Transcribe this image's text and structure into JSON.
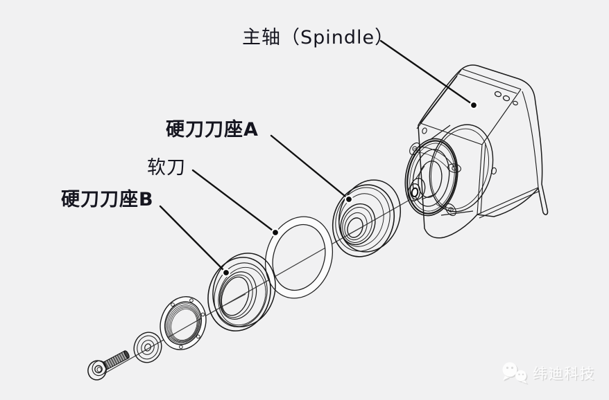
{
  "diagram": {
    "labels": {
      "spindle": "主轴（Spindle）",
      "holder_a": "硬刀刀座A",
      "soft_blade": "软刀",
      "holder_b": "硬刀刀座B"
    },
    "watermark": {
      "icon": "wechat-icon",
      "text": "纬迪科技"
    },
    "colors": {
      "background": "#f1f1f2",
      "part_gray": "#ababab",
      "outline": "#1a1a1a",
      "label_text": "#15151f",
      "watermark_text": "#fdfdfd"
    }
  }
}
